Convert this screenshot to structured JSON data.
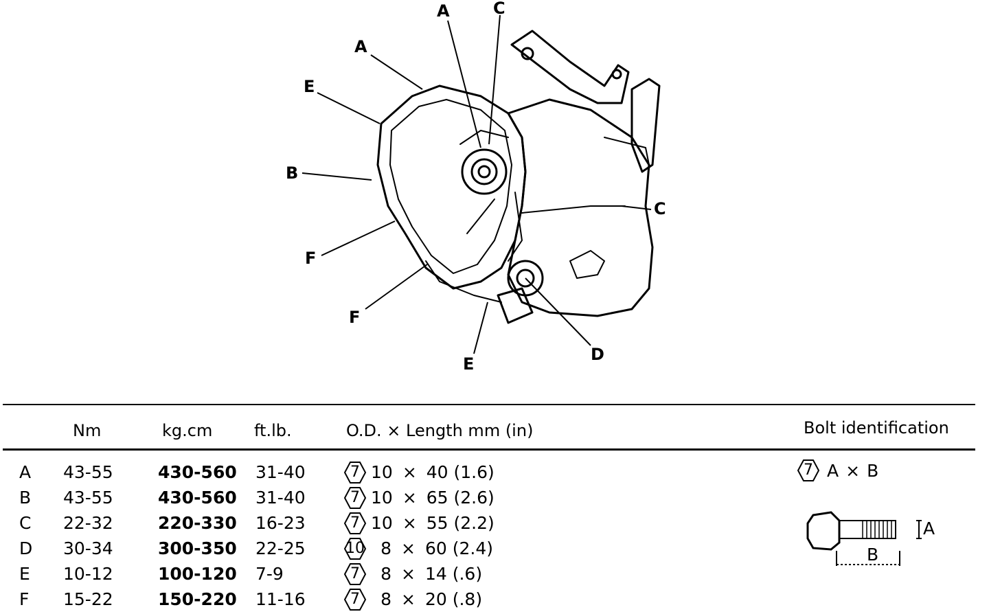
{
  "callouts": {
    "a_top": "A",
    "c_top": "C",
    "a_left": "A",
    "e_left": "E",
    "b_left": "B",
    "f_left": "F",
    "f_lower": "F",
    "e_bottom": "E",
    "d_bottom": "D",
    "c_right": "C"
  },
  "table": {
    "headers": {
      "nm": "Nm",
      "kgcm": "kg.cm",
      "ftlb": "ft.lb.",
      "od_length": "O.D. × Length mm (in)",
      "bolt_identification": "Bolt identification"
    },
    "rows": [
      {
        "letter": "A",
        "nm": "43-55",
        "kgcm": "430-560",
        "ftlb": "31-40",
        "head": "7",
        "od": "10",
        "x": "×",
        "length": "40 (1.6)"
      },
      {
        "letter": "B",
        "nm": "43-55",
        "kgcm": "430-560",
        "ftlb": "31-40",
        "head": "7",
        "od": "10",
        "x": "×",
        "length": "65 (2.6)"
      },
      {
        "letter": "C",
        "nm": "22-32",
        "kgcm": "220-330",
        "ftlb": "16-23",
        "head": "7",
        "od": "10",
        "x": "×",
        "length": "55 (2.2)"
      },
      {
        "letter": "D",
        "nm": "30-34",
        "kgcm": "300-350",
        "ftlb": "22-25",
        "head": "10",
        "od": "8",
        "x": "×",
        "length": "60 (2.4)"
      },
      {
        "letter": "E",
        "nm": "10-12",
        "kgcm": "100-120",
        "ftlb": "7-9",
        "head": "7",
        "od": "8",
        "x": "×",
        "length": "14 (.6)"
      },
      {
        "letter": "F",
        "nm": "15-22",
        "kgcm": "150-220",
        "ftlb": "11-16",
        "head": "7",
        "od": "8",
        "x": "×",
        "length": "20 (.8)"
      }
    ]
  },
  "bolt_id": {
    "head": "7",
    "a": "A",
    "times": "×",
    "b": "B",
    "dim_a": "A",
    "dim_b": "B"
  }
}
